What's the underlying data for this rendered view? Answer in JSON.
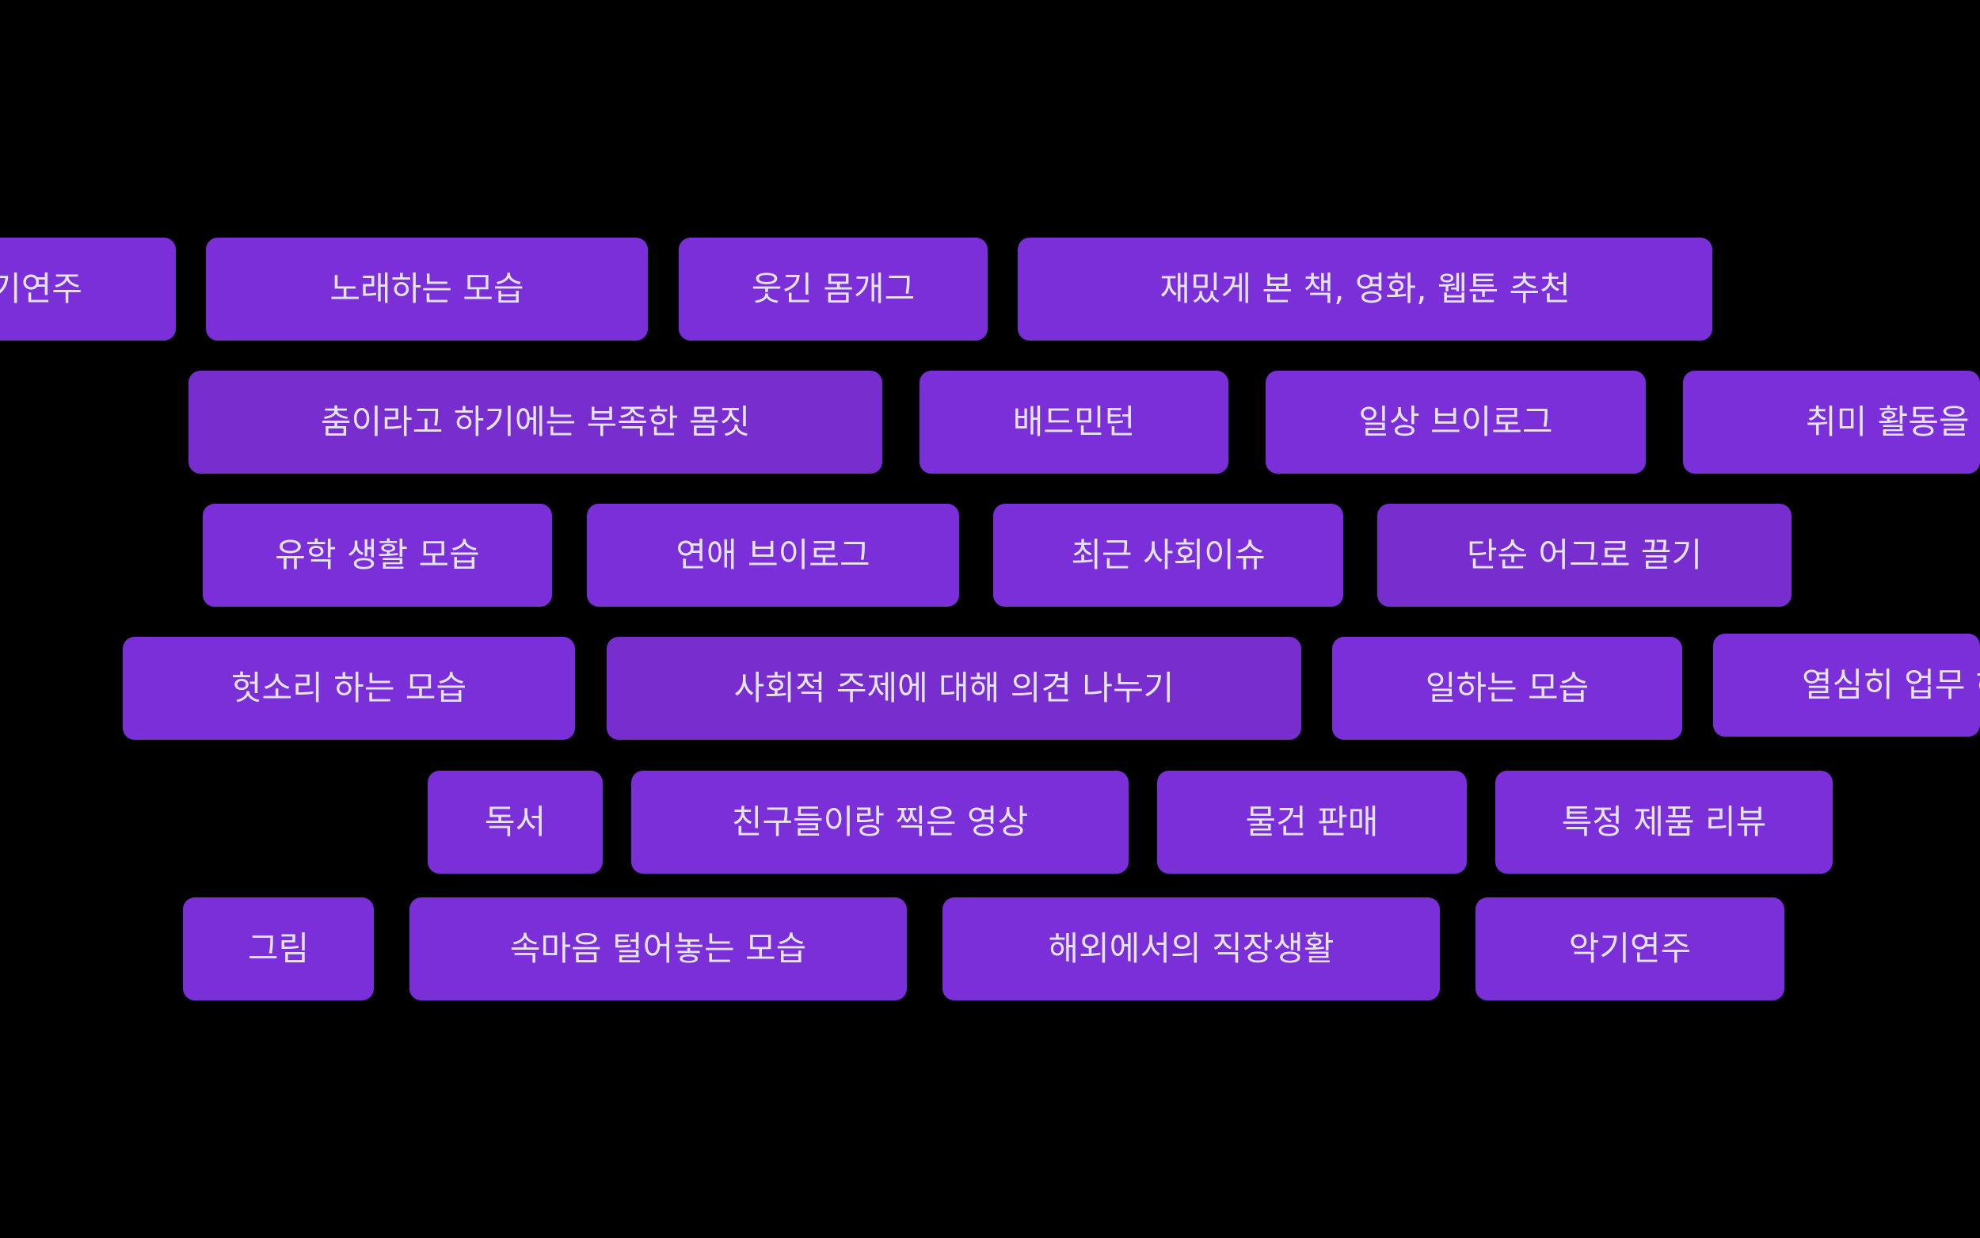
{
  "colors": {
    "background": "#000000",
    "chip": "#7b2fd8",
    "chip_text": "#e4e4f0"
  },
  "topics": {
    "row1": [
      "기연주",
      "노래하는 모습",
      "웃긴 몸개그",
      "재밌게 본 책, 영화, 웹툰 추천"
    ],
    "row2": [
      "춤이라고 하기에는 부족한 몸짓",
      "배드민턴",
      "일상 브이로그",
      "취미 활동을 소"
    ],
    "row3": [
      "유학 생활 모습",
      "연애 브이로그",
      "최근 사회이슈",
      "단순 어그로 끌기"
    ],
    "row4": [
      "헛소리 하는 모습",
      "사회적 주제에 대해 의견 나누기",
      "일하는 모습",
      "열심히 업무 하"
    ],
    "row5": [
      "독서",
      "친구들이랑 찍은 영상",
      "물건 판매",
      "특정 제품 리뷰"
    ],
    "row6": [
      "그림",
      "속마음 털어놓는 모습",
      "해외에서의 직장생활",
      "악기연주"
    ]
  }
}
